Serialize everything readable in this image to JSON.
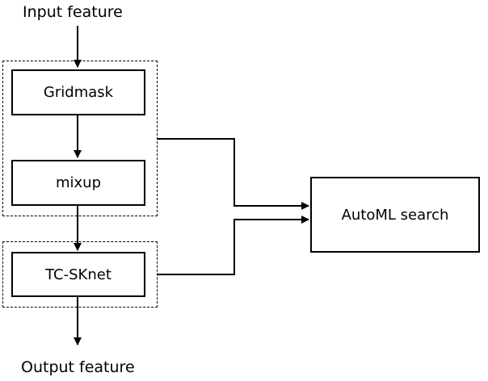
{
  "diagram": {
    "input_label": "Input feature",
    "output_label": "Output feature",
    "nodes": {
      "gridmask": "Gridmask",
      "mixup": "mixup",
      "tcsknet": "TC-SKnet",
      "automl": "AutoML search"
    }
  }
}
